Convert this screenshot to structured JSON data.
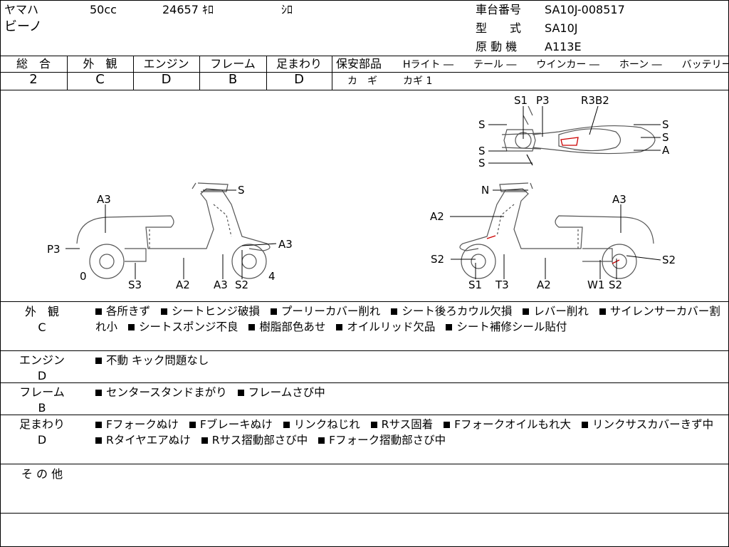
{
  "header": {
    "maker": "ヤマハ",
    "displacement": "50cc",
    "mileage": "24657 ｷﾛ",
    "color": "ｼﾛ",
    "model_name": "ビーノ",
    "frame_label": "車台番号",
    "frame_value": "SA10J-008517",
    "type_label": "型　　式",
    "type_value": "SA10J",
    "engine_label": "原 動 機",
    "engine_value": "A113E"
  },
  "grades": [
    {
      "label": "総　合",
      "value": "2"
    },
    {
      "label": "外　観",
      "value": "C"
    },
    {
      "label": "エンジン",
      "value": "D"
    },
    {
      "label": "フレーム",
      "value": "B"
    },
    {
      "label": "足まわり",
      "value": "D"
    }
  ],
  "safety": {
    "label": "保安部品",
    "items_text": "Hライト ―　　テール ―　　ウインカー ―　　ホーン ―　　バッテリー ×",
    "key_label": "カ　ギ",
    "key_value": "カギ 1"
  },
  "diagram": {
    "top_view": [
      "S1",
      "P3",
      "R3B2",
      "S",
      "S",
      "S",
      "S",
      "S",
      "A",
      "S"
    ],
    "left_view": [
      "S",
      "A3",
      "P3",
      "0",
      "S3",
      "A2",
      "A3",
      "S2",
      "4",
      "A3"
    ],
    "right_view": [
      "N",
      "A2",
      "A3",
      "S2",
      "S1",
      "T3",
      "A2",
      "W1",
      "S2",
      "S2"
    ]
  },
  "remarks": [
    {
      "label": "外　観",
      "grade": "C",
      "items": [
        "各所きず",
        "シートヒンジ破損",
        "プーリーカバー削れ",
        "シート後ろカウル欠損",
        "レバー削れ",
        "サイレンサーカバー割れ小",
        "シートスポンジ不良",
        "樹脂部色あせ",
        "オイルリッド欠品",
        "シート補修シール貼付"
      ]
    },
    {
      "label": "エンジン",
      "grade": "D",
      "items": [
        "不動 キック問題なし"
      ]
    },
    {
      "label": "フレーム",
      "grade": "B",
      "items": [
        "センタースタンドまがり",
        "フレームさび中"
      ]
    },
    {
      "label": "足まわり",
      "grade": "D",
      "items": [
        "Fフォークぬけ",
        "Fブレーキぬけ",
        "リンクねじれ",
        "Rサス固着",
        "Fフォークオイルもれ大",
        "リンクサスカバーきず中",
        "Rタイヤエアぬけ",
        "Rサス摺動部さび中",
        "Fフォーク摺動部さび中"
      ]
    },
    {
      "label": "そ の 他",
      "grade": "",
      "items": []
    }
  ]
}
